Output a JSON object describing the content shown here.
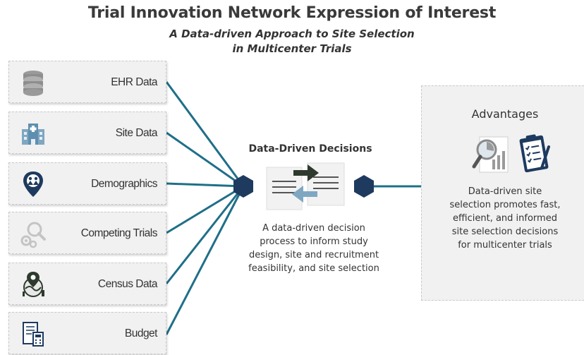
{
  "title": "Trial Innovation Network Expression of Interest",
  "subtitle_line1": "A Data-driven Approach to Site Selection",
  "subtitle_line2": "in Multicenter Trials",
  "sources": [
    {
      "label": "EHR Data",
      "icon": "database-icon"
    },
    {
      "label": "Site Data",
      "icon": "hospital-icon"
    },
    {
      "label": "Demographics",
      "icon": "location-people-icon"
    },
    {
      "label": "Competing Trials",
      "icon": "search-gears-icon"
    },
    {
      "label": "Census Data",
      "icon": "globe-pin-icon"
    },
    {
      "label": "Budget",
      "icon": "budget-calculator-icon"
    }
  ],
  "center": {
    "title": "Data-Driven Decisions",
    "description_lines": [
      "A data-driven decision",
      "process to inform study",
      "design, site and recruitment",
      "feasibility, and site selection"
    ]
  },
  "advantages": {
    "title": "Advantages",
    "description_lines": [
      "Data-driven site",
      "selection promotes fast,",
      "efficient, and informed",
      "site selection decisions",
      "for multicenter trials"
    ]
  },
  "colors": {
    "connector": "#1f6f88",
    "hexagon": "#1e3a5f",
    "accent_green": "#2e4d3a"
  }
}
